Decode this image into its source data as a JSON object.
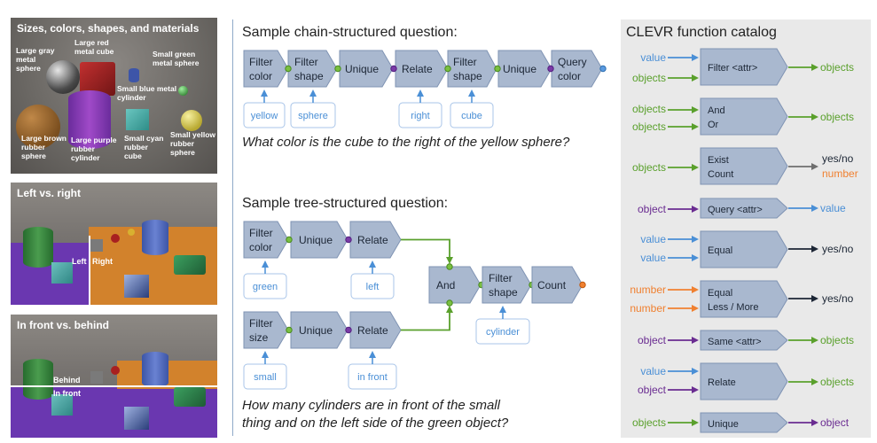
{
  "panels": {
    "sizes": {
      "title": "Sizes, colors, shapes, and materials",
      "labels": {
        "gray": "Large gray metal sphere",
        "red": "Large red metal cube",
        "green": "Small green metal sphere",
        "blue": "Small blue metal cylinder",
        "brown": "Large brown rubber sphere",
        "purple": "Large purple rubber cylinder",
        "cyan": "Small cyan rubber cube",
        "yellow": "Small yellow rubber sphere"
      }
    },
    "leftright": {
      "title": "Left vs. right",
      "left": "Left",
      "right": "Right"
    },
    "frontbehind": {
      "title": "In front vs. behind",
      "behind": "Behind",
      "infront": "In front"
    }
  },
  "chain": {
    "heading": "Sample chain-structured question:",
    "nodes": [
      {
        "line1": "Filter",
        "line2": "color"
      },
      {
        "line1": "Filter",
        "line2": "shape"
      },
      {
        "line1": "Unique",
        "line2": ""
      },
      {
        "line1": "Relate",
        "line2": ""
      },
      {
        "line1": "Filter",
        "line2": "shape"
      },
      {
        "line1": "Unique",
        "line2": ""
      },
      {
        "line1": "Query",
        "line2": "color"
      }
    ],
    "args": [
      "yellow",
      "sphere",
      "right",
      "cube"
    ],
    "question": "What color is the cube to the right of the yellow sphere?"
  },
  "tree": {
    "heading": "Sample tree-structured question:",
    "top": [
      {
        "line1": "Filter",
        "line2": "color"
      },
      {
        "line1": "Unique",
        "line2": ""
      },
      {
        "line1": "Relate",
        "line2": ""
      }
    ],
    "bottom": [
      {
        "line1": "Filter",
        "line2": "size"
      },
      {
        "line1": "Unique",
        "line2": ""
      },
      {
        "line1": "Relate",
        "line2": ""
      }
    ],
    "and": "And",
    "filter_shape": {
      "line1": "Filter",
      "line2": "shape"
    },
    "count": "Count",
    "args": {
      "green": "green",
      "left": "left",
      "small": "small",
      "infront": "in front",
      "cylinder": "cylinder"
    },
    "question_line1": "How many cylinders are in front of the small",
    "question_line2": "thing and on the left side of the green object?"
  },
  "catalog": {
    "title": "CLEVR function catalog",
    "rows": [
      {
        "in1": "value",
        "in2": "objects",
        "node1": "Filter <attr>",
        "node2": "",
        "out1": "objects",
        "out2": ""
      },
      {
        "in1": "objects",
        "in2": "objects",
        "node1": "And",
        "node2": "Or",
        "out1": "objects",
        "out2": ""
      },
      {
        "in1": "objects",
        "in2": "",
        "node1": "Exist",
        "node2": "Count",
        "out1": "yes/no",
        "out2": "number"
      },
      {
        "in1": "object",
        "in2": "",
        "node1": "Query <attr>",
        "node2": "",
        "out1": "value",
        "out2": ""
      },
      {
        "in1": "value",
        "in2": "value",
        "node1": "Equal",
        "node2": "",
        "out1": "yes/no",
        "out2": ""
      },
      {
        "in1": "number",
        "in2": "number",
        "node1": "Equal",
        "node2": "Less / More",
        "out1": "yes/no",
        "out2": ""
      },
      {
        "in1": "object",
        "in2": "",
        "node1": "Same <attr>",
        "node2": "",
        "out1": "objects",
        "out2": ""
      },
      {
        "in1": "value",
        "in2": "object",
        "node1": "Relate",
        "node2": "",
        "out1": "objects",
        "out2": ""
      },
      {
        "in1": "objects",
        "in2": "",
        "node1": "Unique",
        "node2": "",
        "out1": "object",
        "out2": ""
      }
    ]
  },
  "colors": {
    "node_fill": "#a9b8cf",
    "node_stroke": "#7f93b3",
    "arg_text": "#4a8fd6",
    "green": "#5aa02c",
    "purple": "#6a2c91",
    "orange": "#f08030",
    "blue": "#4a8fd6"
  }
}
